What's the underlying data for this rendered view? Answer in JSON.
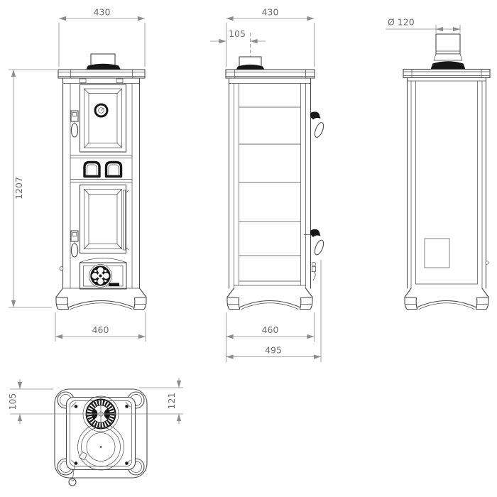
{
  "dims": {
    "front_width": "430",
    "front_height": "1207",
    "front_base_width": "460",
    "side_depth": "430",
    "side_flue_offset": "105",
    "side_base_depth": "460",
    "side_overall_depth": "495",
    "rear_flue_diameter": "Ø 120",
    "top_flue_offset_front": "105",
    "top_flue_offset_rear": "121"
  },
  "colors": {
    "line": "#4a4a4a",
    "dark": "#161616",
    "dim": "#8c8c8c",
    "dimtext": "#6e6e6e",
    "background": "#ffffff"
  }
}
